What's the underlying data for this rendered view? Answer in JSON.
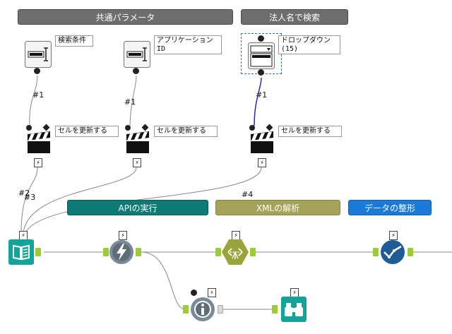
{
  "containers": {
    "common_params": "共通パラメータ",
    "search_by_corp": "法人名で検索",
    "api_exec": "APIの実行",
    "xml_parse": "XMLの解析",
    "data_shape": "データの整形"
  },
  "tools": {
    "text_box_1": {
      "label": "検索条件"
    },
    "text_box_2": {
      "label": "アプリケーション\nID"
    },
    "dropdown": {
      "label": "ドロップダウン",
      "sublabel": "(15)"
    },
    "update_1": {
      "label": "セルを更新する"
    },
    "update_2": {
      "label": "セルを更新する"
    },
    "update_3": {
      "label": "セルを更新する"
    }
  },
  "connections": {
    "c1": "#1",
    "c2": "#1",
    "c3": "#1",
    "c4": "#2",
    "c5": "#3",
    "c6": "#4"
  },
  "colors": {
    "header": "#6e6e6e",
    "api": "#0e7a76",
    "xml": "#a5a35a",
    "shape": "#1a7ad8",
    "teal_tool": "#12a39a",
    "olive_tool": "#9aa43a",
    "navy_tool": "#1f5c95",
    "wire": "#888888",
    "anchor": "#9acd32"
  }
}
